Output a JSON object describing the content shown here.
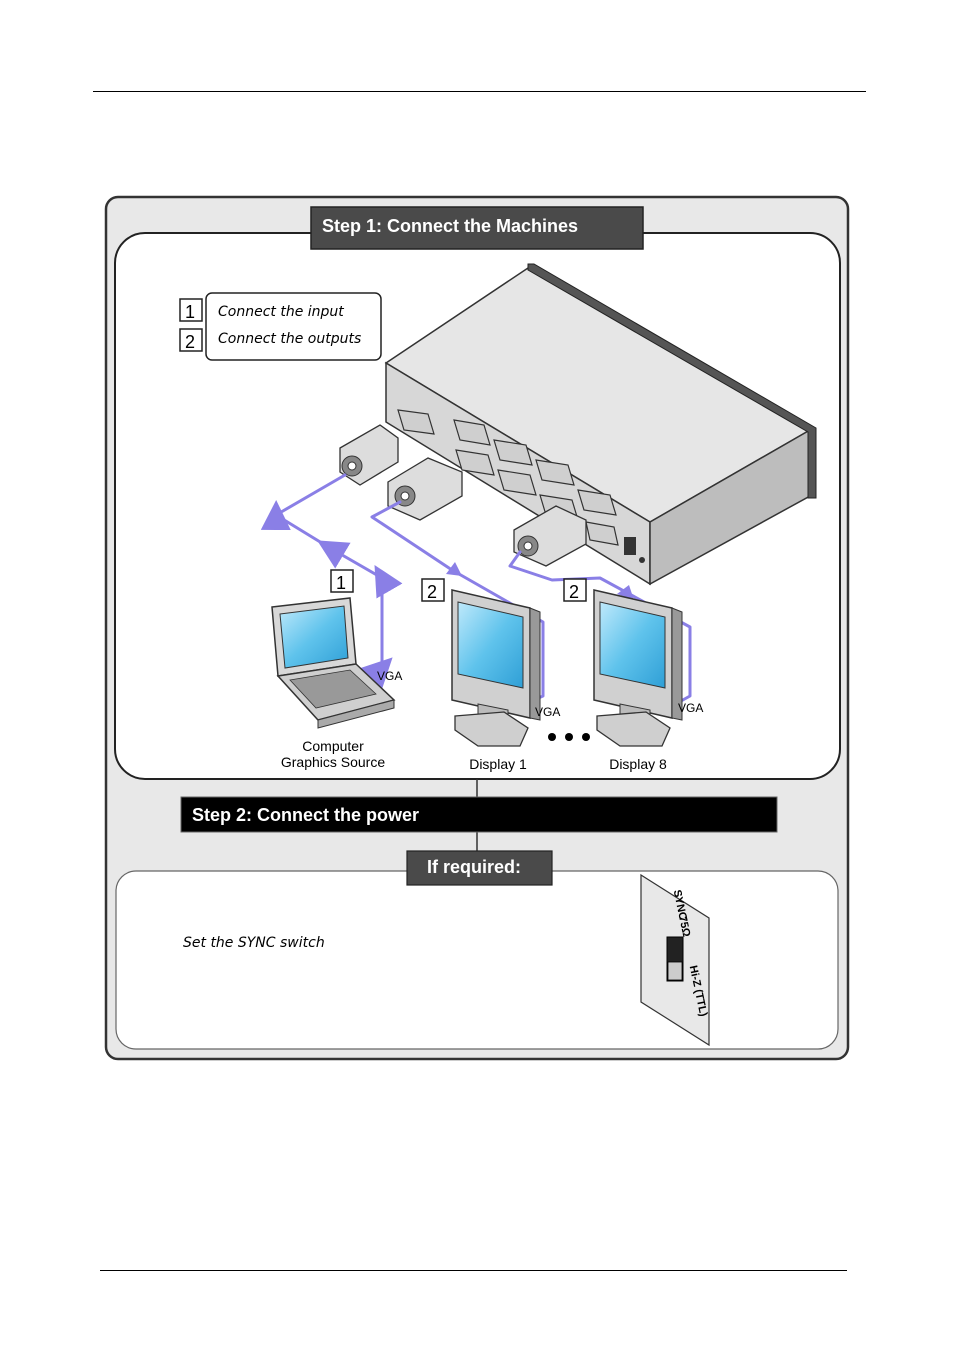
{
  "step1": {
    "title": "Step 1: Connect the Machines",
    "legend": [
      {
        "num": "1",
        "text": "Connect the input"
      },
      {
        "num": "2",
        "text": "Connect the outputs"
      }
    ]
  },
  "step2": {
    "title": "Step 2: Connect the power"
  },
  "if_required": {
    "title": "If required:",
    "instruction": "Set the SYNC switch"
  },
  "devices": {
    "source_line1": "Computer",
    "source_line2": "Graphics Source",
    "display1": "Display 1",
    "display8": "Display 8"
  },
  "cable_labels": {
    "source": "VGA",
    "display1": "VGA",
    "display8": "VGA"
  },
  "markers": {
    "input": "1",
    "output1": "2",
    "output8": "2"
  },
  "sync_switch": {
    "label": "SYNC",
    "upper": "75Ω",
    "lower": "Hi-Z (TTL)"
  },
  "colors": {
    "cable": "#8a7fe6",
    "panel": "#e8e8e8",
    "title_bar": "#4a4a4a",
    "screen": "#5fc3ec"
  }
}
